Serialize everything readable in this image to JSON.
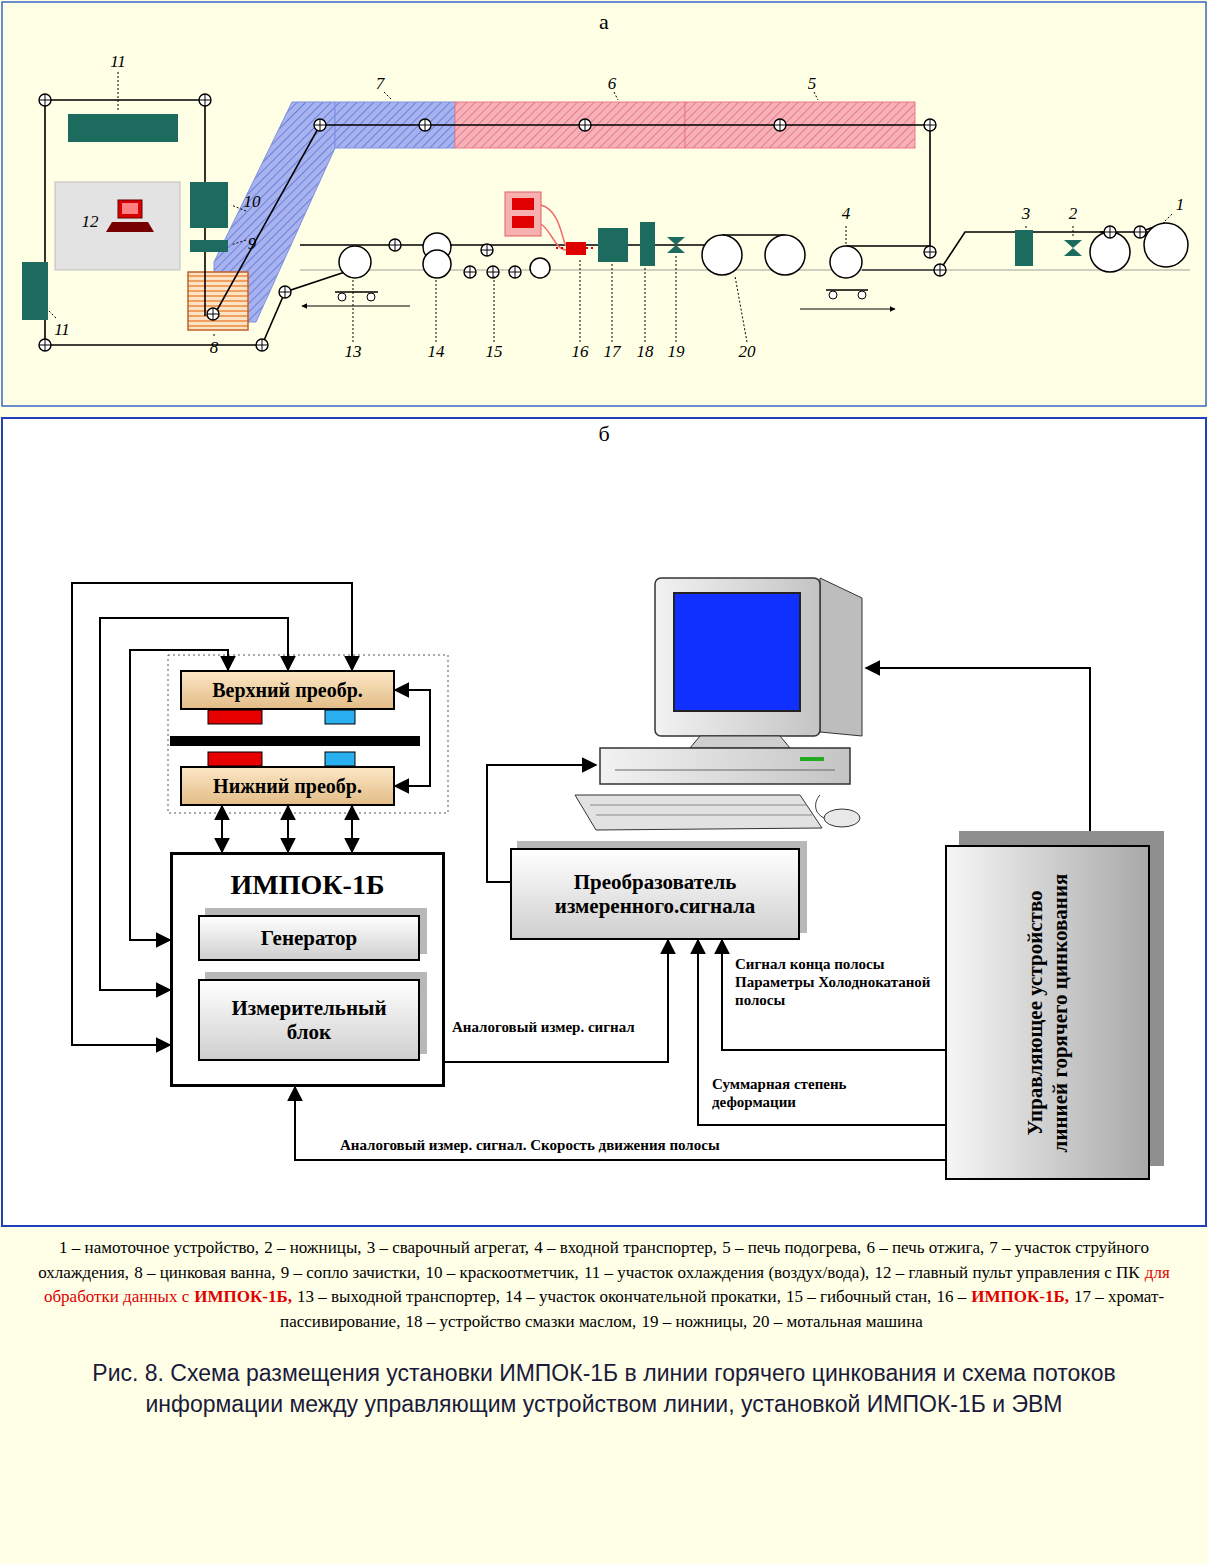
{
  "diagram": {
    "caption": "Рис. 8. Схема размещения установки ИМПОК-1Б в линии горячего цинкования и схема потоков информации между управляющим устройством линии, установкой ИМПОК-1Б и ЭВМ",
    "nodes": [
      {
        "text": [
          "Верхний преобр."
        ]
      },
      {
        "text": [
          "Нижний преобр."
        ]
      },
      {
        "text": [
          "ИМПОК-1Б"
        ]
      },
      {
        "text": [
          "Генератор"
        ],
        "in": 2
      },
      {
        "text": [
          "Измерительный блок"
        ],
        "in": 2
      },
      {
        "text": [
          "Преобразователь измеренного.сигнала"
        ]
      },
      {
        "text": [
          "Управляющее устройство линией горячего цинкования"
        ]
      }
    ],
    "edges": [
      {
        "from": 1,
        "to": 2,
        "arrow": "both"
      },
      {
        "from": 1,
        "to": 2,
        "arrow": "both"
      },
      {
        "from": 1,
        "to": 2,
        "arrow": "both"
      },
      {
        "from": 0,
        "to": 1,
        "arrow": "both"
      },
      {
        "from": 2,
        "to": 0,
        "arrow": "both"
      },
      {
        "from": 2,
        "to": 0,
        "arrow": "both"
      },
      {
        "from": 2,
        "to": 0,
        "arrow": "both"
      },
      {
        "from": 2,
        "to": 5,
        "label": "Аналоговый измер. сигнал",
        "arrow": "to"
      },
      {
        "from": 6,
        "to": 5,
        "label": "Сигнал конца полосы Параметры Холоднокатаной полосы",
        "arrow": "to"
      },
      {
        "from": 6,
        "to": 5,
        "label": "Суммарная степень деформации",
        "arrow": "to"
      },
      {
        "from": 6,
        "to": 2,
        "label": "Аналоговый измер. сигнал. Скорость движения полосы",
        "arrow": "to"
      }
    ],
    "labels": [
      "а",
      "б",
      "11",
      "7",
      "6",
      "5",
      "12",
      "10",
      "9",
      "11",
      "8",
      "13",
      "14",
      "15",
      "16",
      "17",
      "18",
      "19",
      "20",
      "4",
      "3",
      "2",
      "1",
      "1 – намоточное устройство,",
      "2 – ножницы,",
      "3 – сварочный агрегат,",
      "4 – входной транспортер,",
      "5 – печь подогрева,",
      "6 – печь отжига,",
      "7 – участок струйного охлаждения,",
      "8 – цинковая ванна,",
      "9 – сопло зачистки,",
      "10 – краскоотметчик,",
      "11 – участок охлаждения (воздух/вода),",
      "12 – главный пульт управления с ПК",
      "для обработки данных с",
      "ИМПОК-1Б,",
      "13 – выходной транспортер,",
      "14 – участок окончательной прокатки,",
      "15 – гибочный стан,",
      "16 –",
      "ИМПОК-1Б,",
      "17 – хромат-пассивирование,",
      "18 – устройство смазки маслом,",
      "19 – ножницы,",
      "20 – мотальная машина"
    ]
  }
}
